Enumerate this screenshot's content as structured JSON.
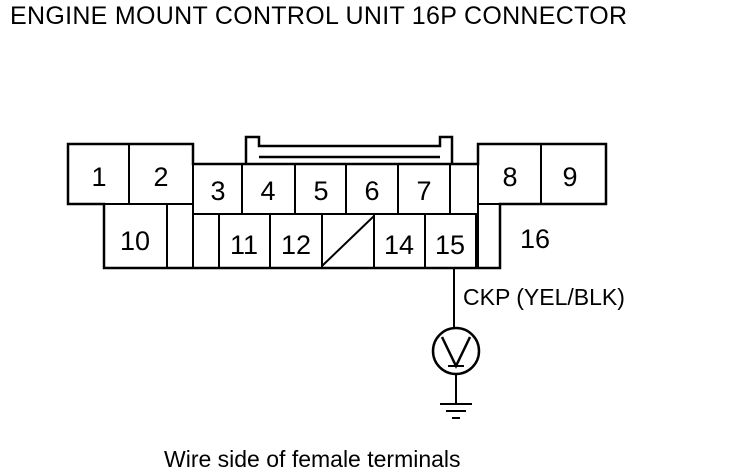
{
  "title": "ENGINE MOUNT CONTROL UNIT 16P CONNECTOR",
  "caption": "Wire side of female terminals",
  "terminals": {
    "t1": "1",
    "t2": "2",
    "t3": "3",
    "t4": "4",
    "t5": "5",
    "t6": "6",
    "t7": "7",
    "t8": "8",
    "t9": "9",
    "t10": "10",
    "t11": "11",
    "t12": "12",
    "t14": "14",
    "t15": "15",
    "t16": "16"
  },
  "wire_label": "CKP (YEL/BLK)",
  "meter": {
    "symbol": "V",
    "icon": "voltmeter-icon"
  },
  "ground": {
    "icon": "ground-icon"
  },
  "colors": {
    "line": "#000000",
    "background": "#ffffff"
  }
}
